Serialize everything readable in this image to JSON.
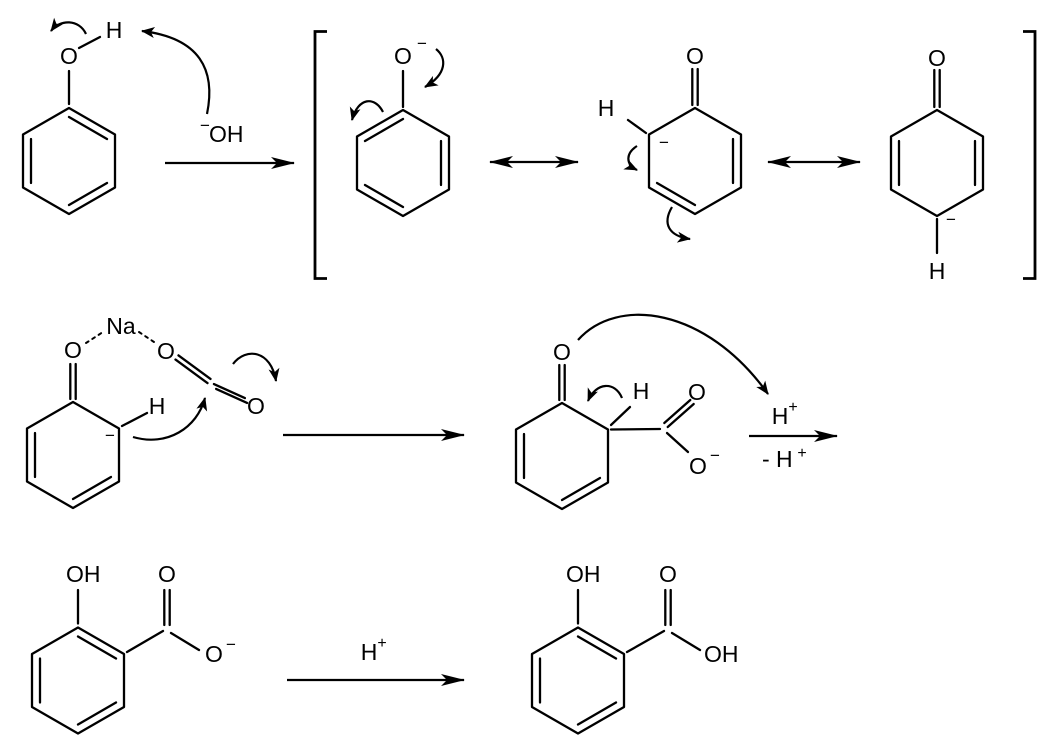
{
  "colors": {
    "ink": "#000000",
    "background": "#ffffff"
  },
  "step1": {
    "phenol": {
      "o": "O",
      "h": "H"
    },
    "hydroxide": {
      "minus": "−",
      "oh": "OH"
    }
  },
  "resonance": {
    "phenoxide": {
      "o": "O",
      "minus": "−"
    },
    "ortho": {
      "o": "O",
      "h": "H",
      "minus": "−"
    },
    "para": {
      "o": "O",
      "h": "H",
      "minus": "−"
    }
  },
  "step2": {
    "complex": {
      "o_phenoxide": "O",
      "na": "Na",
      "o_co2_top": "O",
      "o_co2_bottom": "O",
      "h": "H",
      "minus": "−"
    },
    "adduct": {
      "o_ketone": "O",
      "h": "H",
      "o_carbonyl": "O",
      "o_carboxylate": "O",
      "minus": "−"
    },
    "conditions": {
      "add_h": "H",
      "add_plus": "+",
      "remove": "- H",
      "remove_plus": "+"
    }
  },
  "step3": {
    "salicylate": {
      "oh": "OH",
      "o_carbonyl": "O",
      "o_carboxylate": "O",
      "minus": "−"
    },
    "proton": {
      "h": "H",
      "plus": "+"
    },
    "salicylic_acid": {
      "oh_phenol": "OH",
      "o_carbonyl": "O",
      "oh_acid": "OH"
    }
  }
}
